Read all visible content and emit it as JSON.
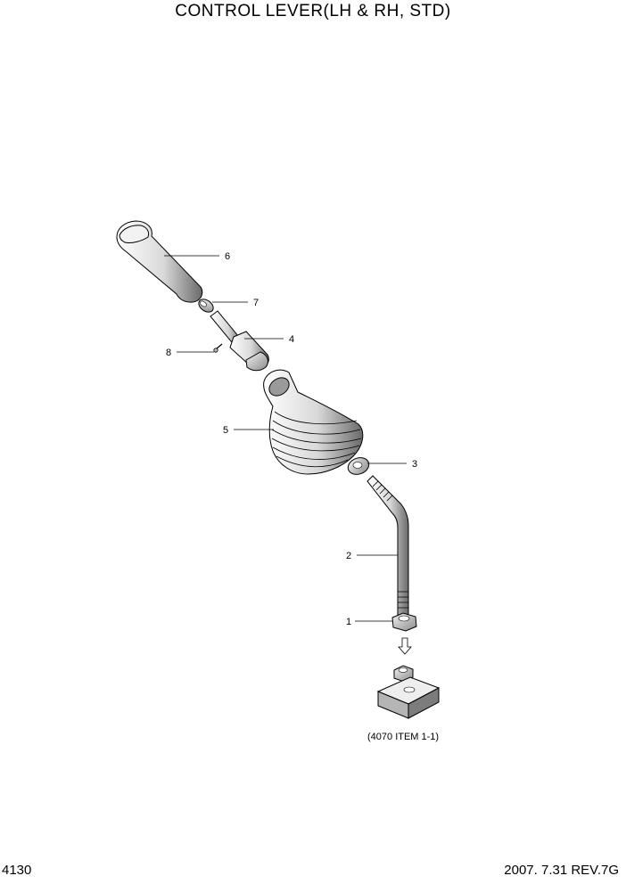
{
  "title": "CONTROL LEVER(LH & RH, STD)",
  "page_number": "4130",
  "revision": "2007.  7.31  REV.7G",
  "reference_note": "(4070 ITEM 1-1)",
  "callouts": [
    {
      "id": "6",
      "label": "6"
    },
    {
      "id": "7",
      "label": "7"
    },
    {
      "id": "4",
      "label": "4"
    },
    {
      "id": "8",
      "label": "8"
    },
    {
      "id": "5",
      "label": "5"
    },
    {
      "id": "3",
      "label": "3"
    },
    {
      "id": "2",
      "label": "2"
    },
    {
      "id": "1",
      "label": "1"
    }
  ]
}
